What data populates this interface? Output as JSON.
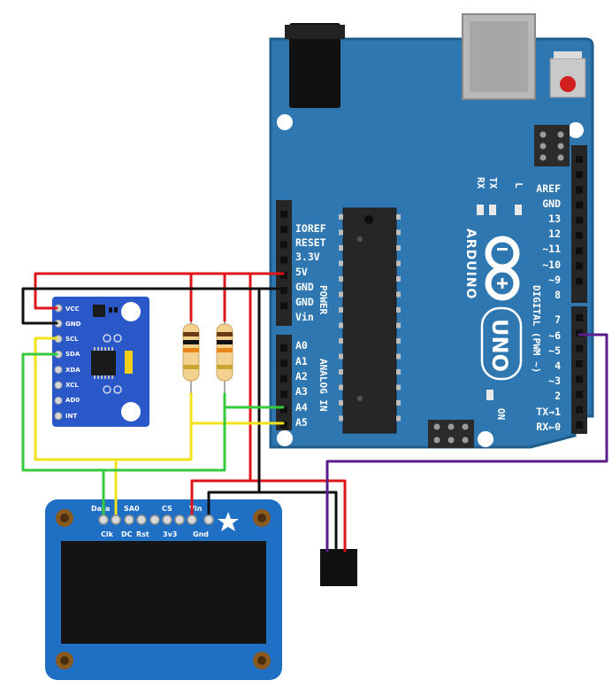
{
  "colors": {
    "board": "#2f77b1",
    "board_edge": "#1f5d8c",
    "oled_board": "#1f6fc4",
    "sensor_board": "#2a58c8",
    "wire_red": "#e0151b",
    "wire_black": "#111111",
    "wire_yellow": "#f2e21a",
    "wire_green": "#37c93c",
    "wire_purple": "#5a1e8c"
  },
  "arduino": {
    "brand": "ARDUINO",
    "model": "UNO",
    "power_label": "POWER",
    "analog_label": "ANALOG IN",
    "digital_label": "DIGITAL (PWM ~)",
    "on_label": "ON",
    "led_labels": [
      "TX",
      "RX",
      "L"
    ],
    "power_pins": [
      "IOREF",
      "RESET",
      "3.3V",
      "5V",
      "GND",
      "GND",
      "Vin"
    ],
    "analog_pins": [
      "A0",
      "A1",
      "A2",
      "A3",
      "A4",
      "A5"
    ],
    "digital_top": [
      "AREF",
      "GND",
      "13",
      "12",
      "~11",
      "~10",
      "~9",
      "8"
    ],
    "digital_bottom": [
      "7",
      "~6",
      "~5",
      "4",
      "~3",
      "2",
      "TX→1",
      "RX←0"
    ]
  },
  "sensor": {
    "pins": [
      "VCC",
      "GND",
      "SCL",
      "SDA",
      "XDA",
      "XCL",
      "AD0",
      "INT"
    ]
  },
  "oled": {
    "top_labels": [
      "Data",
      "SA0",
      "CS",
      "Vin"
    ],
    "bottom_labels": [
      "Clk",
      "DC",
      "Rst",
      "3v3",
      "Gnd"
    ]
  }
}
